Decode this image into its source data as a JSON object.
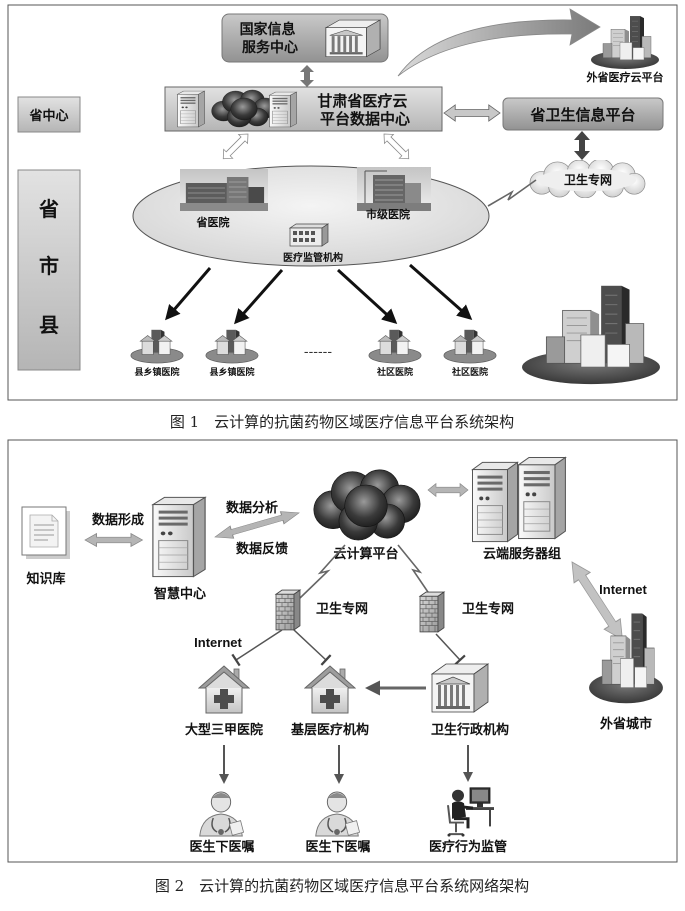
{
  "figure1": {
    "caption": "图 1　云计算的抗菌药物区域医疗信息平台系统架构",
    "tier_province_center": "省中心",
    "tier_levels": [
      "省",
      "市",
      "县"
    ],
    "national_center": [
      "国家信息",
      "服务中心"
    ],
    "data_center": [
      "甘肃省医疗云",
      "平台数据中心"
    ],
    "provincial_health_platform": "省卫生信息平台",
    "other_province_cloud": "外省医疗云平台",
    "health_network": "卫生专网",
    "provincial_hospital": "省医院",
    "city_hospital": "市级医院",
    "regulator": "医疗监管机构",
    "county_hospitals": [
      "县乡镇医院",
      "县乡镇医院"
    ],
    "ellipsis": "------",
    "community_hospitals": [
      "社区医院",
      "社区医院"
    ]
  },
  "figure2": {
    "caption": "图 2　云计算的抗菌药物区域医疗信息平台系统网络架构",
    "knowledge_base": "知识库",
    "data_formation": "数据形成",
    "smart_center": "智慧中心",
    "data_analysis": "数据分析",
    "data_feedback": "数据反馈",
    "cloud_platform": "云计算平台",
    "cloud_servers": "云端服务器组",
    "health_network_left": "卫生专网",
    "health_network_right": "卫生专网",
    "internet_left": "Internet",
    "internet_right": "Internet",
    "other_city": "外省城市",
    "tertiary_hospital": "大型三甲医院",
    "primary_care": "基层医疗机构",
    "health_admin": "卫生行政机构",
    "doctor_orders": [
      "医生下医嘱",
      "医生下医嘱"
    ],
    "behavior_supervision": "医疗行为监管"
  },
  "colors": {
    "border": "#555555",
    "box_fill": "#c8c8c8",
    "cloud_dark": "#1e1e1e",
    "text": "#111111"
  }
}
